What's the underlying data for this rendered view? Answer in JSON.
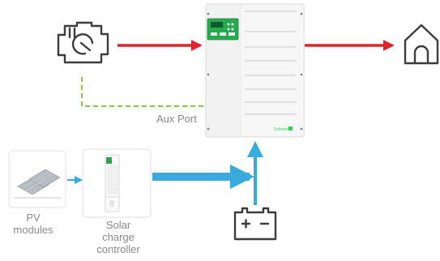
{
  "labels": {
    "aux_port": "Aux Port",
    "pv_line1": "PV",
    "pv_line2": "modules",
    "scc_line1": "Solar",
    "scc_line2": "charge",
    "scc_line3": "controller"
  },
  "inverter": {
    "brand": "Schneider"
  },
  "battery": {
    "plus": "+",
    "minus": "−"
  },
  "icons": {
    "generator": "generator-icon",
    "house": "house-icon",
    "battery": "battery-icon",
    "pv": "pv-module-icon",
    "scc": "solar-charge-controller-icon",
    "inverter": "inverter-icon"
  },
  "colors": {
    "ac_power": "#e0242b",
    "dc_power": "#3aa9dc",
    "aux_signal": "#8cc63f",
    "icon_stroke": "#3c3c3c",
    "display_green": "#27a94f"
  }
}
